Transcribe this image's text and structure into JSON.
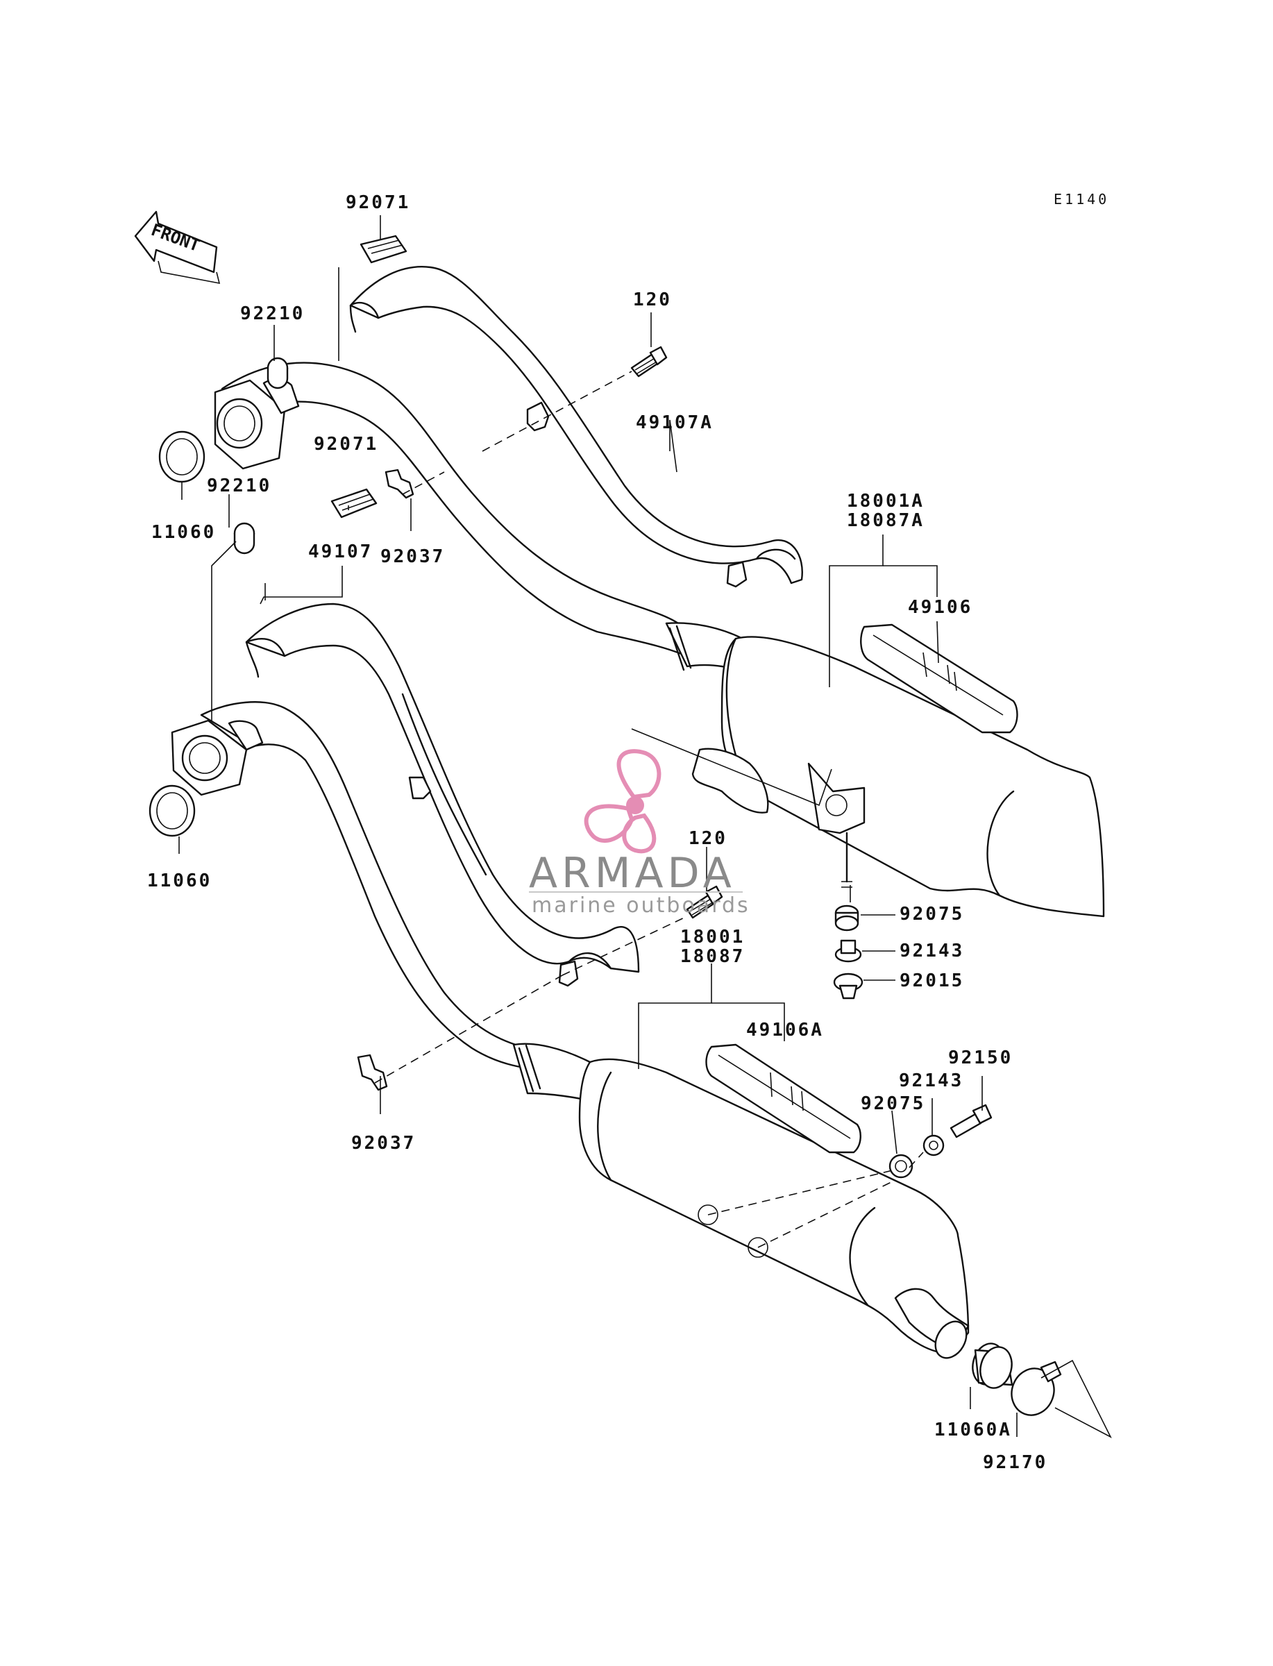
{
  "diagram_code": "E1140",
  "front_label": "FRONT",
  "watermark": {
    "brand": "ARMADA",
    "tagline": "marine outboards",
    "logo_icon": "propeller-icon",
    "logo_color": "#e07aa8",
    "text_color": "#8a8a8a"
  },
  "parts": [
    {
      "id": "92071-top",
      "number": "92071"
    },
    {
      "id": "92210-top",
      "number": "92210"
    },
    {
      "id": "11060-top",
      "number": "11060"
    },
    {
      "id": "92210-mid",
      "number": "92210"
    },
    {
      "id": "92071-mid",
      "number": "92071"
    },
    {
      "id": "92037-top",
      "number": "92037"
    },
    {
      "id": "49107",
      "number": "49107"
    },
    {
      "id": "120-top",
      "number": "120"
    },
    {
      "id": "49107A",
      "number": "49107A"
    },
    {
      "id": "18001A",
      "number": "18001A"
    },
    {
      "id": "18087A",
      "number": "18087A"
    },
    {
      "id": "49106",
      "number": "49106"
    },
    {
      "id": "11060-bottom",
      "number": "11060"
    },
    {
      "id": "120-bottom",
      "number": "120"
    },
    {
      "id": "92075-top",
      "number": "92075"
    },
    {
      "id": "92143-top",
      "number": "92143"
    },
    {
      "id": "92015",
      "number": "92015"
    },
    {
      "id": "18001",
      "number": "18001"
    },
    {
      "id": "18087",
      "number": "18087"
    },
    {
      "id": "49106A",
      "number": "49106A"
    },
    {
      "id": "92150",
      "number": "92150"
    },
    {
      "id": "92143-bottom",
      "number": "92143"
    },
    {
      "id": "92075-bottom",
      "number": "92075"
    },
    {
      "id": "92037-bottom",
      "number": "92037"
    },
    {
      "id": "11060A",
      "number": "11060A"
    },
    {
      "id": "92170",
      "number": "92170"
    }
  ]
}
